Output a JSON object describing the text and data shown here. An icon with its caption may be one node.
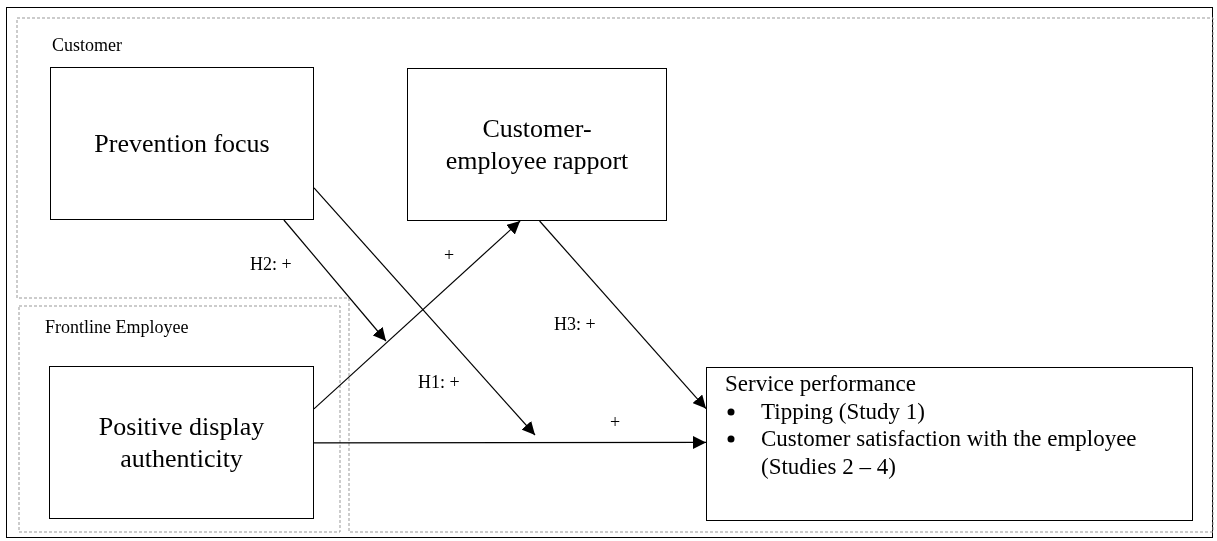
{
  "diagram": {
    "nodes": [
      {
        "text": [
          "Customer"
        ]
      },
      {
        "text": [
          "Frontline Employee"
        ]
      },
      {
        "text": [
          "Prevention focus"
        ],
        "in": 0
      },
      {
        "text": [
          "Customer- employee rapport"
        ],
        "in": 0
      },
      {
        "text": [
          "Positive display authenticity"
        ],
        "in": 1
      },
      {
        "text": [
          "Service performance",
          "Tipping (Study 1)",
          "Customer satisfaction with the employee (Studies 2 – 4)"
        ],
        "in": 0
      }
    ],
    "edges": [
      {
        "from": 2,
        "to": null,
        "arrow": "to",
        "label": "H2: +"
      },
      {
        "from": 2,
        "to": null,
        "arrow": "to",
        "label": "H1: +"
      },
      {
        "from": 4,
        "to": 3,
        "arrow": "to",
        "label": "+"
      },
      {
        "from": 4,
        "to": 5,
        "arrow": "to",
        "label": "+"
      },
      {
        "from": 3,
        "to": 5,
        "arrow": "to",
        "label": "H3: +"
      }
    ]
  }
}
